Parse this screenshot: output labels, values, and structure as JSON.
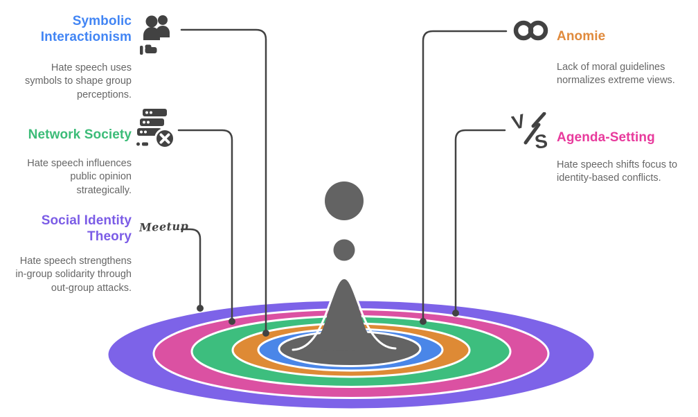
{
  "background": "#FFFFFF",
  "text_color": "#666666",
  "icon_color": "#424242",
  "connector": {
    "color": "#424242"
  },
  "splash": {
    "color": "#636363"
  },
  "rings": [
    {
      "name": "purple-outer-ring",
      "color": "#7D63E8"
    },
    {
      "name": "pink-ring",
      "color": "#DB51A2"
    },
    {
      "name": "green-ring",
      "color": "#3DBE7E"
    },
    {
      "name": "orange-ring",
      "color": "#DE8A35"
    },
    {
      "name": "blue-ring",
      "color": "#4A86E8"
    },
    {
      "name": "gray-pool",
      "color": "#636363"
    }
  ],
  "items": [
    {
      "title": "Symbolic Interactionism",
      "description": "Hate speech uses symbols to shape group perceptions.",
      "color": "#4285F4",
      "icon": "group-people-icon",
      "ring": "blue-ring",
      "side": "left"
    },
    {
      "title": "Network Society",
      "description": "Hate speech influences public opinion strategically.",
      "color": "#3CBC78",
      "icon": "server-error-icon",
      "ring": "green-ring",
      "side": "left"
    },
    {
      "title": "Social Identity Theory",
      "description": "Hate speech strengthens in-group solidarity through out-group attacks.",
      "color": "#7B5CE6",
      "icon": "meetup-logo",
      "ring": "purple-outer-ring",
      "side": "left"
    },
    {
      "title": "Anomie",
      "description": "Lack of moral guidelines normalizes extreme views.",
      "color": "#E08A3C",
      "icon": "infinity-icon",
      "ring": "orange-ring",
      "side": "right"
    },
    {
      "title": "Agenda-Setting",
      "description": "Hate speech shifts focus to identity-based conflicts.",
      "color": "#E83A9C",
      "icon": "versus-icon",
      "ring": "pink-ring",
      "side": "right"
    }
  ],
  "icons": {
    "meetup_label": "Meetup",
    "infinity_glyph": "∞",
    "versus_v": "V",
    "versus_s": "S"
  }
}
